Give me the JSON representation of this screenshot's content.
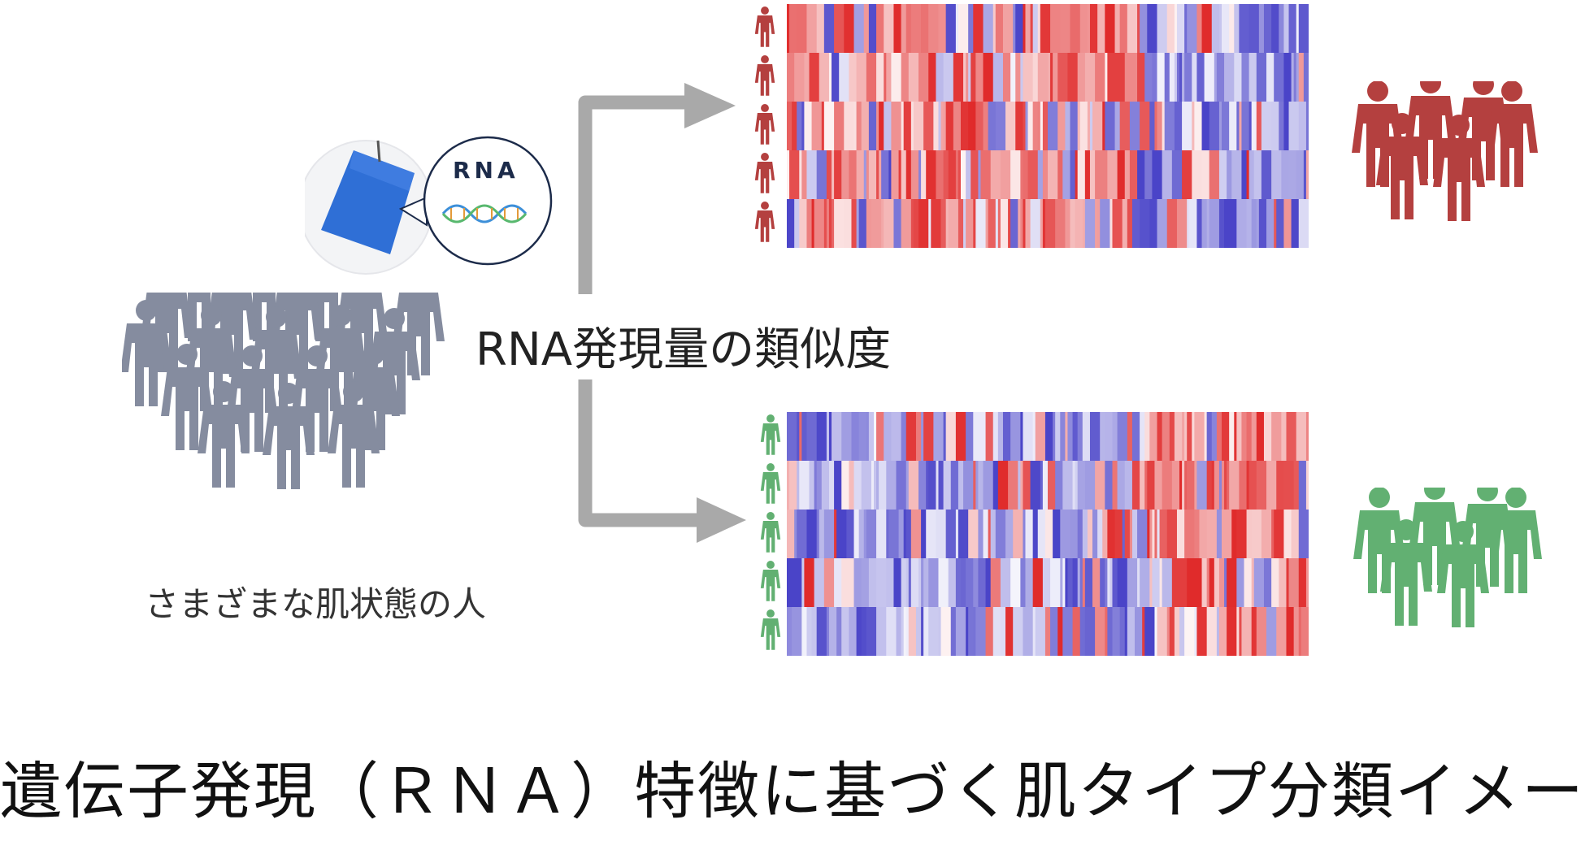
{
  "labels": {
    "rna": "RNA",
    "similarity": "RNA発現量の類似度",
    "crowd_caption": "さまざまな肌状態の人",
    "title": "遺伝子発現（ＲＮＡ）特徴に基づく肌タイプ分類イメージ"
  },
  "colors": {
    "crowd": "#858c9f",
    "group_red": "#b4403f",
    "group_green": "#62b072",
    "arrow": "#a9a9a9",
    "heat_high": "#e02b2b",
    "heat_low": "#4a44c8",
    "patch": "#2f6fd6"
  },
  "icons": [
    "person-icon",
    "rna-strand-icon",
    "skin-sample-patch-icon",
    "arrow-icon"
  ]
}
